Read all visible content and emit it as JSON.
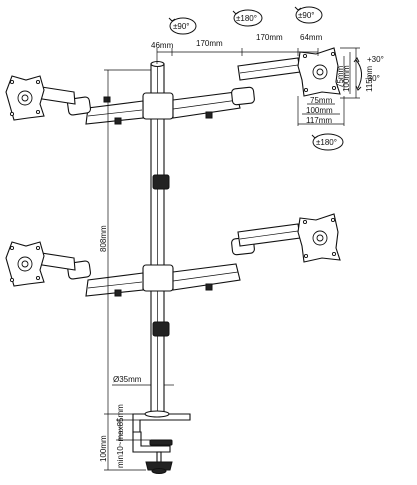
{
  "rotation_labels": {
    "arm_swivel": "±90°",
    "arm_rotate": "±180°",
    "head_swivel": "±90°",
    "head_rotate": "±180°"
  },
  "tilt_labels": {
    "up": "+30°",
    "down": "-30°"
  },
  "dimensions": {
    "pole_offset": "46mm",
    "arm_segment_1": "170mm",
    "arm_segment_2": "170mm",
    "head_offset": "64mm",
    "vesa_h_75": "75mm",
    "vesa_h_100": "100mm",
    "plate_width": "117mm",
    "vesa_v_75": "75mm",
    "vesa_v_100": "100mm",
    "plate_height": "115mm",
    "pole_height": "808mm",
    "pole_diameter": "Ø35mm",
    "clamp_height": "100mm",
    "clamp_range": "min10~max85mm"
  }
}
